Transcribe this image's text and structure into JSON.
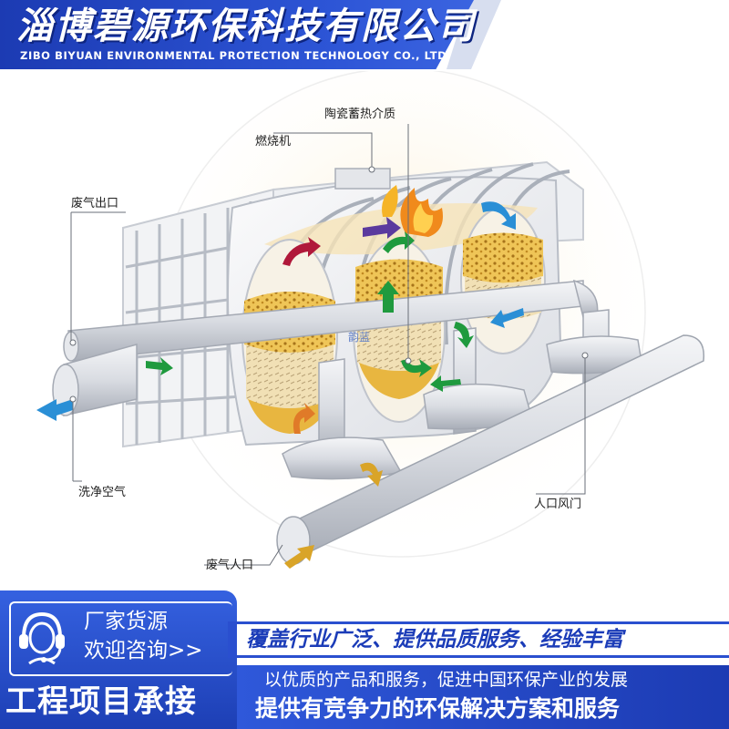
{
  "header": {
    "company_name": "淄博碧源环保科技有限公司",
    "company_name_en": "ZIBO BIYUAN ENVIRONMENTAL PROTECTION TECHNOLOGY CO., LTD."
  },
  "diagram": {
    "labels": {
      "ceramic_media": "陶瓷蓄热介质",
      "burner": "燃烧机",
      "exhaust_outlet": "废气出口",
      "clean_air": "洗净空气",
      "inlet_damper": "人口风门",
      "exhaust_inlet": "废气人口",
      "watermark": "韵蓝"
    },
    "colors": {
      "arrow_green": "#1f9a3e",
      "arrow_purple": "#5b3a9e",
      "arrow_crimson": "#b0183a",
      "arrow_blue": "#2a8fd6",
      "arrow_orange": "#e07a28",
      "arrow_gold": "#d9a428",
      "media_fill": "#e8b640"
    }
  },
  "footer": {
    "contact_line1": "厂家货源",
    "contact_line2": "欢迎咨询>>",
    "project_title": "工程项目承接",
    "slogan_main": "覆盖行业广泛、提供品质服务、经验丰富",
    "slogan_sub1": "以优质的产品和服务，促进中国环保产业的发展",
    "slogan_sub2": "提供有竞争力的环保解决方案和服务",
    "icons": [
      "headset-icon"
    ]
  }
}
